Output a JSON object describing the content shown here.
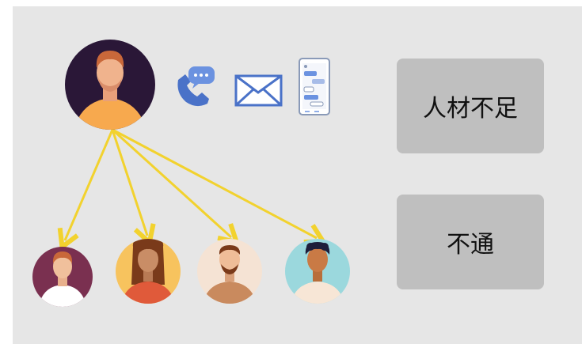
{
  "diagram": {
    "labels": [
      {
        "id": "shortage",
        "text": "人材不足"
      },
      {
        "id": "disconnect",
        "text": "不通"
      }
    ],
    "icons": [
      "phone-chat-icon",
      "envelope-icon",
      "smartphone-chat-icon"
    ],
    "people": [
      "manager-avatar",
      "staff-avatar-1",
      "staff-avatar-2",
      "staff-avatar-3",
      "staff-avatar-4"
    ],
    "colors": {
      "background": "#e6e6e6",
      "label_box": "#bfbfbf",
      "arrow": "#f2d22e",
      "icon_blue": "#4a72c8"
    }
  }
}
